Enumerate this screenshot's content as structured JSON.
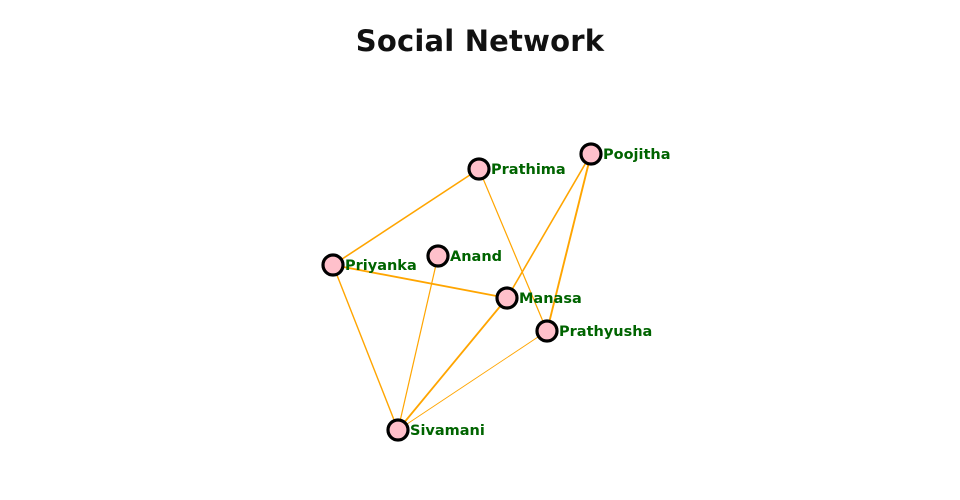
{
  "title": "Social Network",
  "colors": {
    "edge": "#FFA500",
    "node_fill": "#FFC0CB",
    "node_stroke": "#000000",
    "label": "#006400"
  },
  "nodes": [
    {
      "id": "prathima",
      "label": "Prathima"
    },
    {
      "id": "poojitha",
      "label": "Poojitha"
    },
    {
      "id": "anand",
      "label": "Anand"
    },
    {
      "id": "priyanka",
      "label": "Priyanka"
    },
    {
      "id": "manasa",
      "label": "Manasa"
    },
    {
      "id": "prathyusha",
      "label": "Prathyusha"
    },
    {
      "id": "sivamani",
      "label": "Sivamani"
    }
  ],
  "edges": [
    {
      "source": "priyanka",
      "target": "prathima"
    },
    {
      "source": "priyanka",
      "target": "manasa"
    },
    {
      "source": "priyanka",
      "target": "sivamani"
    },
    {
      "source": "prathima",
      "target": "prathyusha"
    },
    {
      "source": "poojitha",
      "target": "manasa"
    },
    {
      "source": "poojitha",
      "target": "prathyusha"
    },
    {
      "source": "anand",
      "target": "sivamani"
    },
    {
      "source": "manasa",
      "target": "sivamani"
    },
    {
      "source": "prathyusha",
      "target": "sivamani"
    }
  ]
}
